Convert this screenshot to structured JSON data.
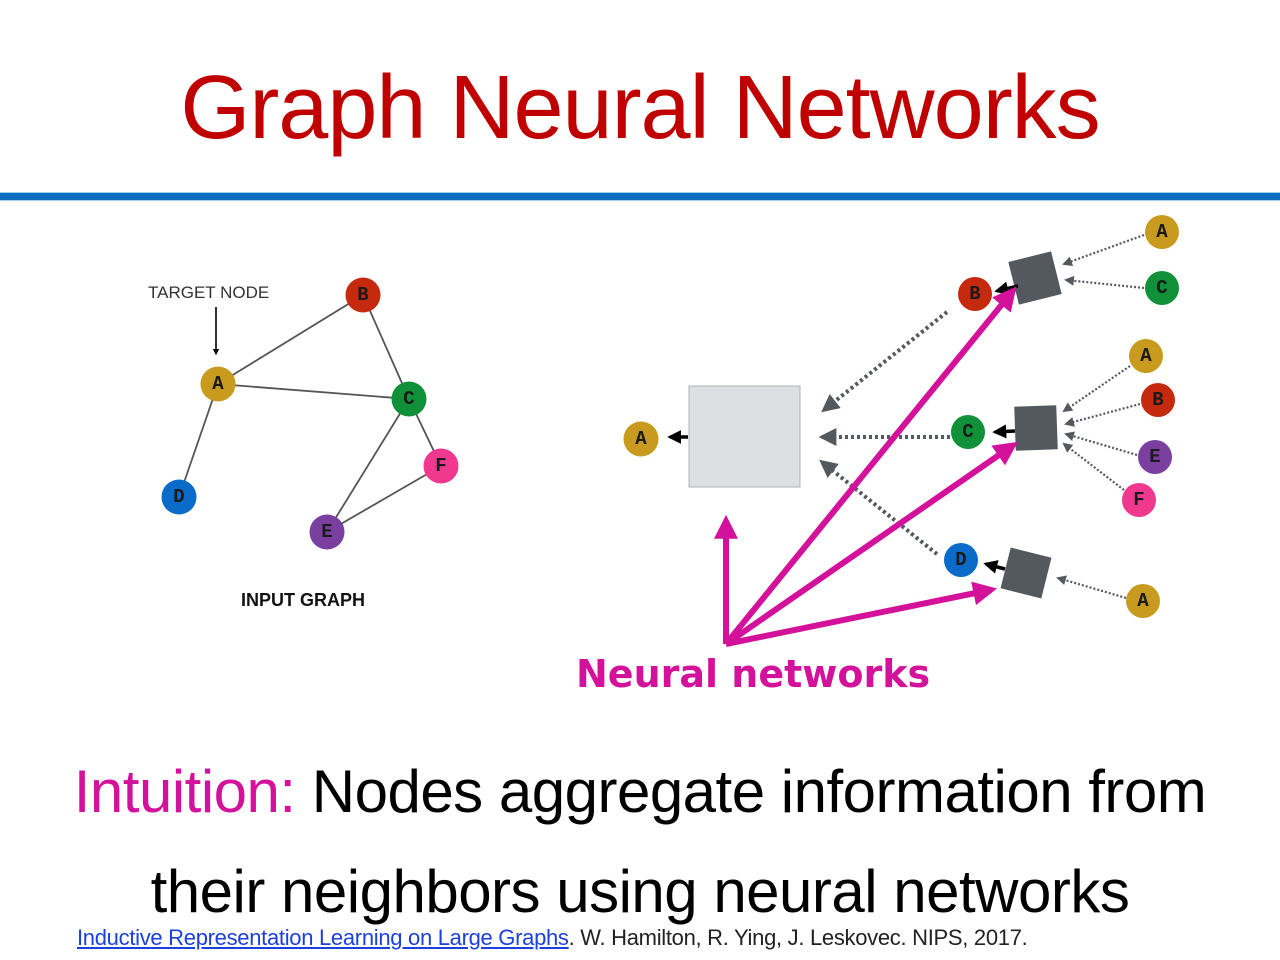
{
  "slide": {
    "title": "Graph Neural Networks",
    "colors": {
      "title": "#c00000",
      "rule": "#0a6dbf",
      "accent_magenta": "#d4119a",
      "link": "#1c3fe0"
    }
  },
  "input_graph": {
    "target_label": "TARGET NODE",
    "caption": "INPUT GRAPH",
    "nodes": [
      {
        "id": "A",
        "color": "#c89a1e"
      },
      {
        "id": "B",
        "color": "#c52a0f"
      },
      {
        "id": "C",
        "color": "#11903a"
      },
      {
        "id": "D",
        "color": "#0b6bc8"
      },
      {
        "id": "E",
        "color": "#7b3fa0"
      },
      {
        "id": "F",
        "color": "#f0388f"
      }
    ],
    "edges": [
      [
        "A",
        "B"
      ],
      [
        "A",
        "C"
      ],
      [
        "B",
        "C"
      ],
      [
        "A",
        "D"
      ],
      [
        "C",
        "E"
      ],
      [
        "C",
        "F"
      ],
      [
        "E",
        "F"
      ]
    ]
  },
  "computation_graph": {
    "root": "A",
    "layer1": [
      {
        "node": "B",
        "neighbors": [
          "A",
          "C"
        ]
      },
      {
        "node": "C",
        "neighbors": [
          "A",
          "B",
          "E",
          "F"
        ]
      },
      {
        "node": "D",
        "neighbors": [
          "A"
        ]
      }
    ],
    "nn_label": "Neural networks"
  },
  "intuition": {
    "keyword": "Intuition:",
    "line1_rest": " Nodes aggregate information from",
    "line2": "their neighbors using neural networks"
  },
  "citation": {
    "link_text": "Inductive Representation Learning on Large Graphs",
    "rest": ". W. Hamilton, R. Ying, J. Leskovec. NIPS, 2017."
  }
}
